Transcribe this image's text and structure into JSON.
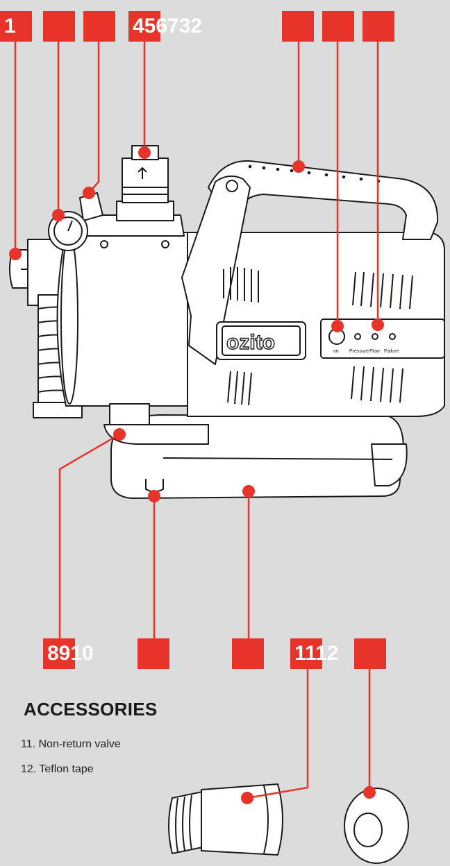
{
  "colors": {
    "background": "#dcdcdc",
    "accent": "#e8332a",
    "line_art": "#1a1a1a",
    "body_fill": "#ffffff",
    "label_text": "#ffffff"
  },
  "badges": [
    {
      "text": "1"
    },
    {
      "text": ""
    },
    {
      "text": ""
    },
    {
      "text": "456732"
    },
    {
      "text": ""
    },
    {
      "text": ""
    },
    {
      "text": ""
    },
    {
      "text": "8910"
    },
    {
      "text": ""
    },
    {
      "text": ""
    },
    {
      "text": "1112"
    },
    {
      "text": ""
    }
  ],
  "pump": {
    "brand": "ozito",
    "panel_labels": [
      "on",
      "Pressure",
      "Flow",
      "Failure"
    ]
  },
  "accessories": {
    "title": "ACCESSORIES",
    "items": [
      {
        "label": "11. Non-return valve"
      },
      {
        "label": "12. Teflon tape"
      }
    ]
  }
}
